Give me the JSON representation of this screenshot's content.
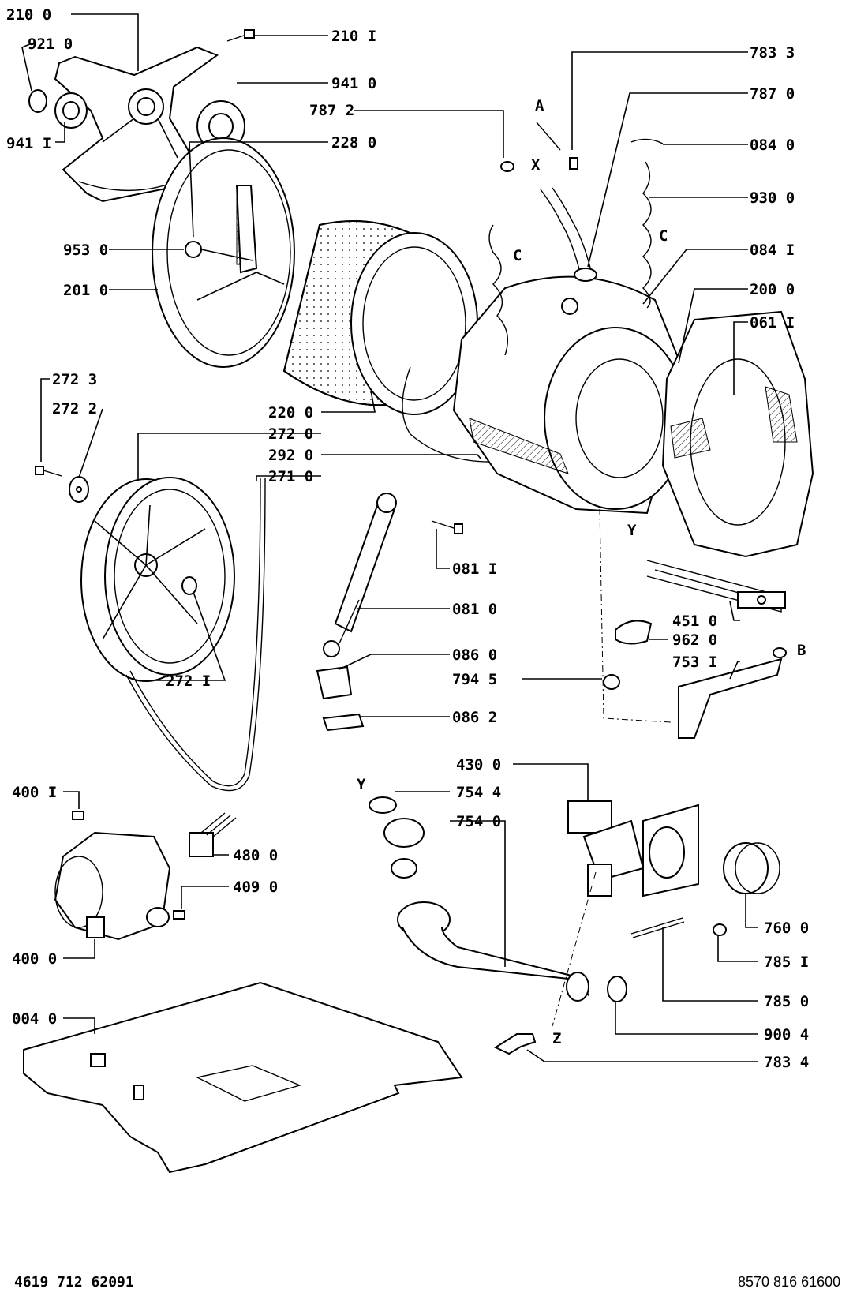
{
  "labels": {
    "l2100": "210 0",
    "l9210": "921 0",
    "l9411": "941 I",
    "l2101": "210 I",
    "l9410": "941 0",
    "l7872": "787 2",
    "l2280": "228 0",
    "l9530": "953 0",
    "l2010": "201 0",
    "l7833": "783 3",
    "l7870": "787 0",
    "l0840": "084 0",
    "l9300": "930 0",
    "l0841": "084 I",
    "l2000": "200 0",
    "l0611": "061 I",
    "l2723": "272 3",
    "l2722": "272 2",
    "l2200": "220 0",
    "l2720": "272 0",
    "l2920": "292 0",
    "l2710": "271 0",
    "l2721": "272 I",
    "l0811": "081 I",
    "l0810": "081 0",
    "l0860": "086 0",
    "l7945": "794 5",
    "l0862": "086 2",
    "l4510": "451 0",
    "l9620": "962 0",
    "l7531": "753 I",
    "l4001": "400 I",
    "l4800": "480 0",
    "l4090": "409 0",
    "l4000": "400 0",
    "l0040": "004 0",
    "l4300": "430 0",
    "l7544": "754 4",
    "l7540": "754 0",
    "l7600": "760 0",
    "l7851": "785 I",
    "l7850": "785 0",
    "l9004": "900 4",
    "l7834": "783 4"
  },
  "markers": {
    "A": "A",
    "X": "X",
    "C1": "C",
    "C2": "C",
    "Y1": "Y",
    "B": "B",
    "Y2": "Y",
    "Z": "Z"
  },
  "footer": {
    "left": "4619 712 62091",
    "right": "8570 816 61600"
  }
}
